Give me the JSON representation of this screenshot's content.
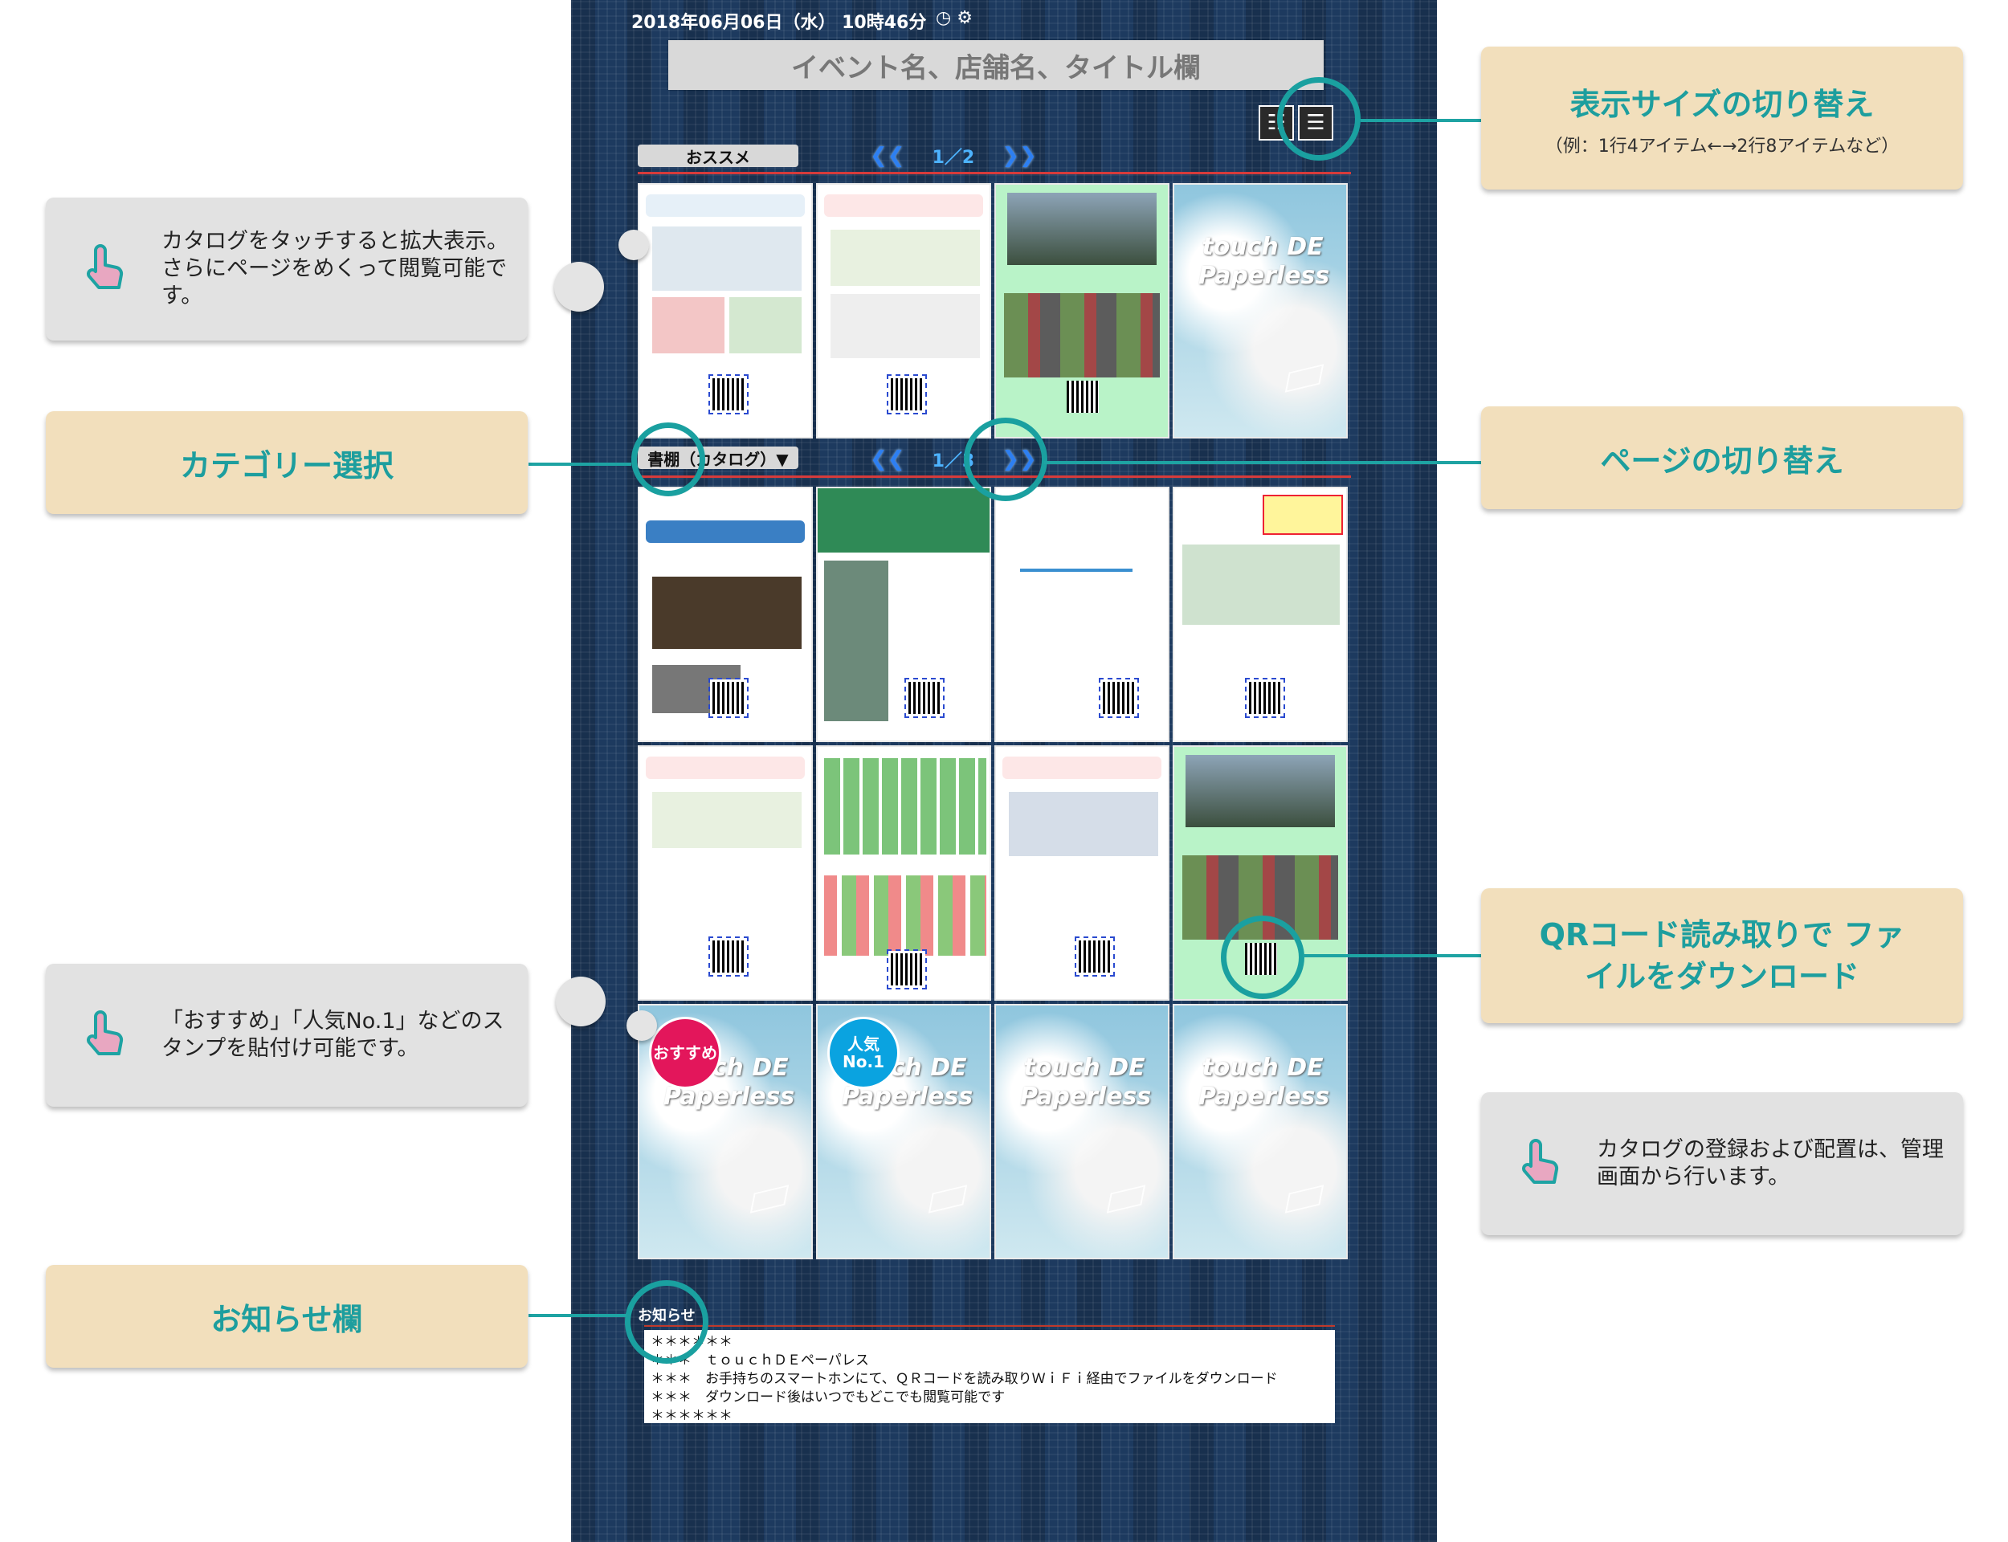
{
  "screen": {
    "datetime": "2018年06月06日（水） 10時46分",
    "title": "イベント名、店舗名、タイトル欄",
    "tab1": "おススメ",
    "tab2": "書棚（カタログ）▼",
    "pager1": "1／2",
    "pager2": "1／3",
    "paperless_text": "touch DE Paperless",
    "stamp_recommend": "おすすめ",
    "stamp_popular": "人気 No.1",
    "notice_label": "お知らせ",
    "notice_lines": [
      "＊＊＊＊＊＊",
      "＊＊＊　ｔｏｕｃｈＤＥペーパレス",
      "＊＊＊　お手持ちのスマートホンにて、ＱＲコードを読み取りＷｉＦｉ経由でファイルをダウンロード",
      "＊＊＊　ダウンロード後はいつでもどこでも閲覧可能です",
      "＊＊＊＊＊＊"
    ]
  },
  "annotations": {
    "display_size_title": "表示サイズの切り替え",
    "display_size_sub": "（例：1行4アイテム←→2行8アイテムなど）",
    "catalog_touch": "カタログをタッチすると拡大表示。さらにページをめくって閲覧可能です。",
    "category_select": "カテゴリー選択",
    "page_switch": "ページの切り替え",
    "qr_download": "QRコード読み取りで ファイルをダウンロード",
    "stamp_note": "「おすすめ」「人気No.1」などのスタンプを貼付け可能です。",
    "catalog_admin": "カタログの登録および配置は、管理画面から行います。",
    "notice_field": "お知らせ欄"
  },
  "icons": [
    "hand-pointer-icon",
    "single-view-icon",
    "double-view-icon",
    "double-left-arrow-icon",
    "double-right-arrow-icon",
    "clock-icon",
    "gear-icon",
    "paper-plane-icon",
    "qr-code-icon"
  ],
  "colors": {
    "accent_teal": "#1aa0a0",
    "callout_tan": "#f2dfbc",
    "callout_gray": "#e2e2e2",
    "screen_bg": "#1d3a5f"
  }
}
